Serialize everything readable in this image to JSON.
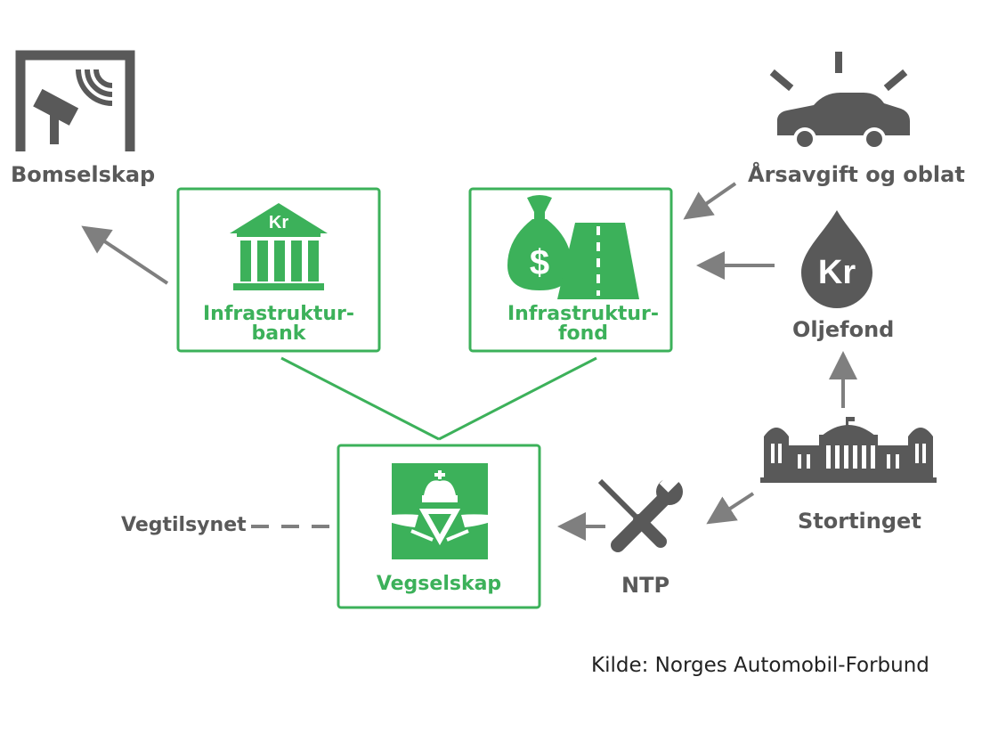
{
  "colors": {
    "green": "#3cb15a",
    "gray": "#595959",
    "arrow": "#7f7f7f",
    "black": "#222222"
  },
  "nodes": {
    "bomselskap": {
      "label": "Bomselskap",
      "icon": "toll-camera-icon"
    },
    "infrastrukturbank": {
      "line1": "Infrastruktur-",
      "line2": "bank",
      "icon": "bank-icon",
      "icon_text": "Kr"
    },
    "infrastrukturfond": {
      "line1": "Infrastruktur-",
      "line2": "fond",
      "icon": "money-bag-road-icon",
      "icon_text": "$"
    },
    "arsavgift": {
      "label": "Årsavgift og oblat",
      "icon": "car-icon"
    },
    "oljefond": {
      "label": "Oljefond",
      "icon": "oil-drop-icon",
      "icon_text": "Kr"
    },
    "stortinget": {
      "label": "Stortinget",
      "icon": "parliament-building-icon"
    },
    "ntp": {
      "label": "NTP",
      "icon": "tools-icon"
    },
    "vegselskap": {
      "label": "Vegselskap",
      "icon": "road-authority-emblem-icon"
    },
    "vegtilsynet": {
      "label": "Vegtilsynet"
    }
  },
  "source": "Kilde: Norges Automobil-Forbund"
}
